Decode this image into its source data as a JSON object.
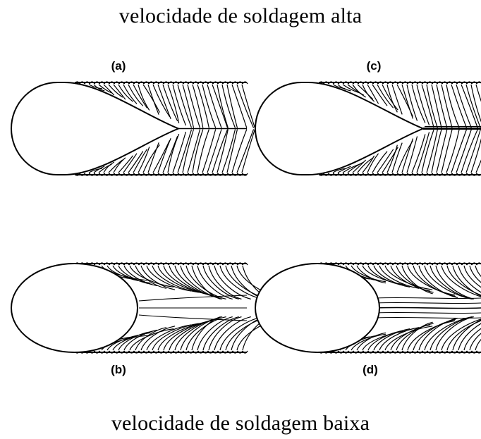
{
  "captions": {
    "top": "velocidade de soldagem alta",
    "bottom": "velocidade de soldagem baixa"
  },
  "panels": [
    {
      "id": "a",
      "label": "(a)",
      "pool_shape": "teardrop",
      "grain_growth": "inclined, meeting at weld centerline"
    },
    {
      "id": "b",
      "label": "(b)",
      "pool_shape": "elliptical",
      "grain_growth": "curved toward weld axis"
    },
    {
      "id": "c",
      "label": "(c)",
      "pool_shape": "teardrop",
      "grain_growth": "inclined, meeting at centerline with axial grain"
    },
    {
      "id": "d",
      "label": "(d)",
      "pool_shape": "elliptical",
      "grain_growth": "curved, with axial grains along centerline"
    }
  ],
  "colors": {
    "ink": "#000000",
    "background": "#ffffff"
  }
}
